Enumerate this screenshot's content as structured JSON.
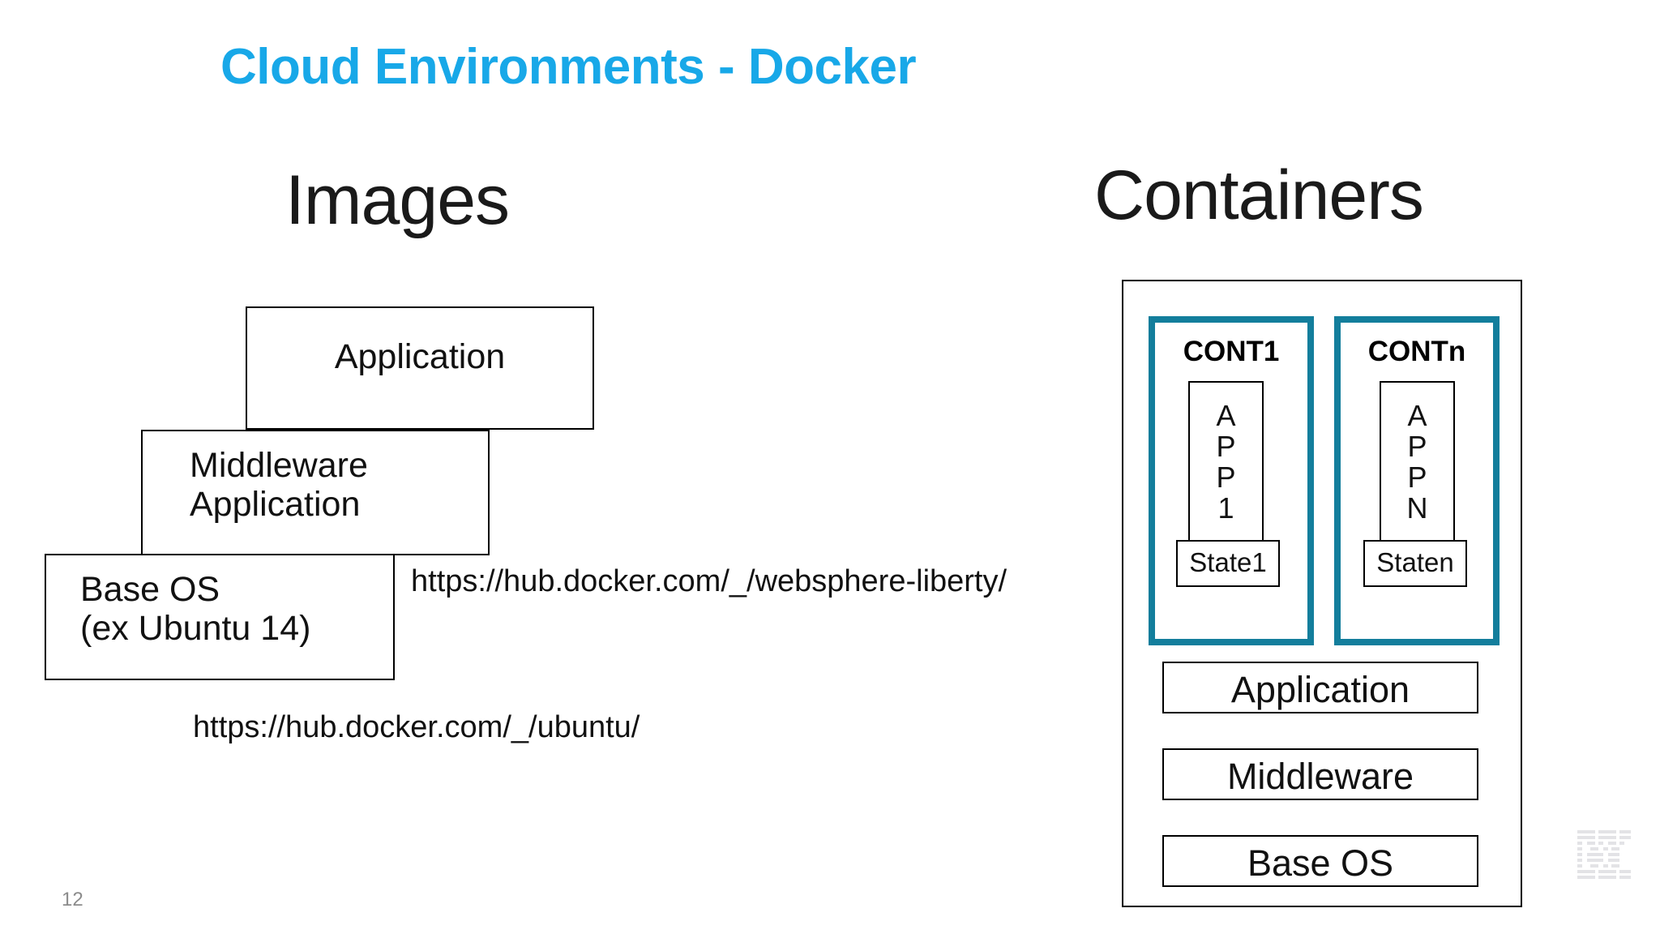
{
  "slide": {
    "title": "Cloud Environments - Docker",
    "title_color": "#18a8e8",
    "page_number": "12",
    "background_color": "#ffffff"
  },
  "images_panel": {
    "heading": "Images",
    "layers": [
      {
        "label": "Application"
      },
      {
        "label": "Middleware\nApplication"
      },
      {
        "label": "Base OS\n(ex Ubuntu 14)"
      }
    ],
    "urls": [
      {
        "text": "https://hub.docker.com/_/websphere-liberty/"
      },
      {
        "text": "https://hub.docker.com/_/ubuntu/"
      }
    ]
  },
  "containers_panel": {
    "heading": "Containers",
    "accent_color": "#137e9c",
    "containers": [
      {
        "title": "CONT1",
        "app_letters": "A\nP\nP\n1",
        "state_label": "State1"
      },
      {
        "title": "CONTn",
        "app_letters": "A\nP\nP\nN",
        "state_label": "Staten"
      }
    ],
    "stack": [
      {
        "label": "Application"
      },
      {
        "label": "Middleware"
      },
      {
        "label": "Base OS"
      }
    ]
  },
  "logo": {
    "name": "IBM"
  }
}
